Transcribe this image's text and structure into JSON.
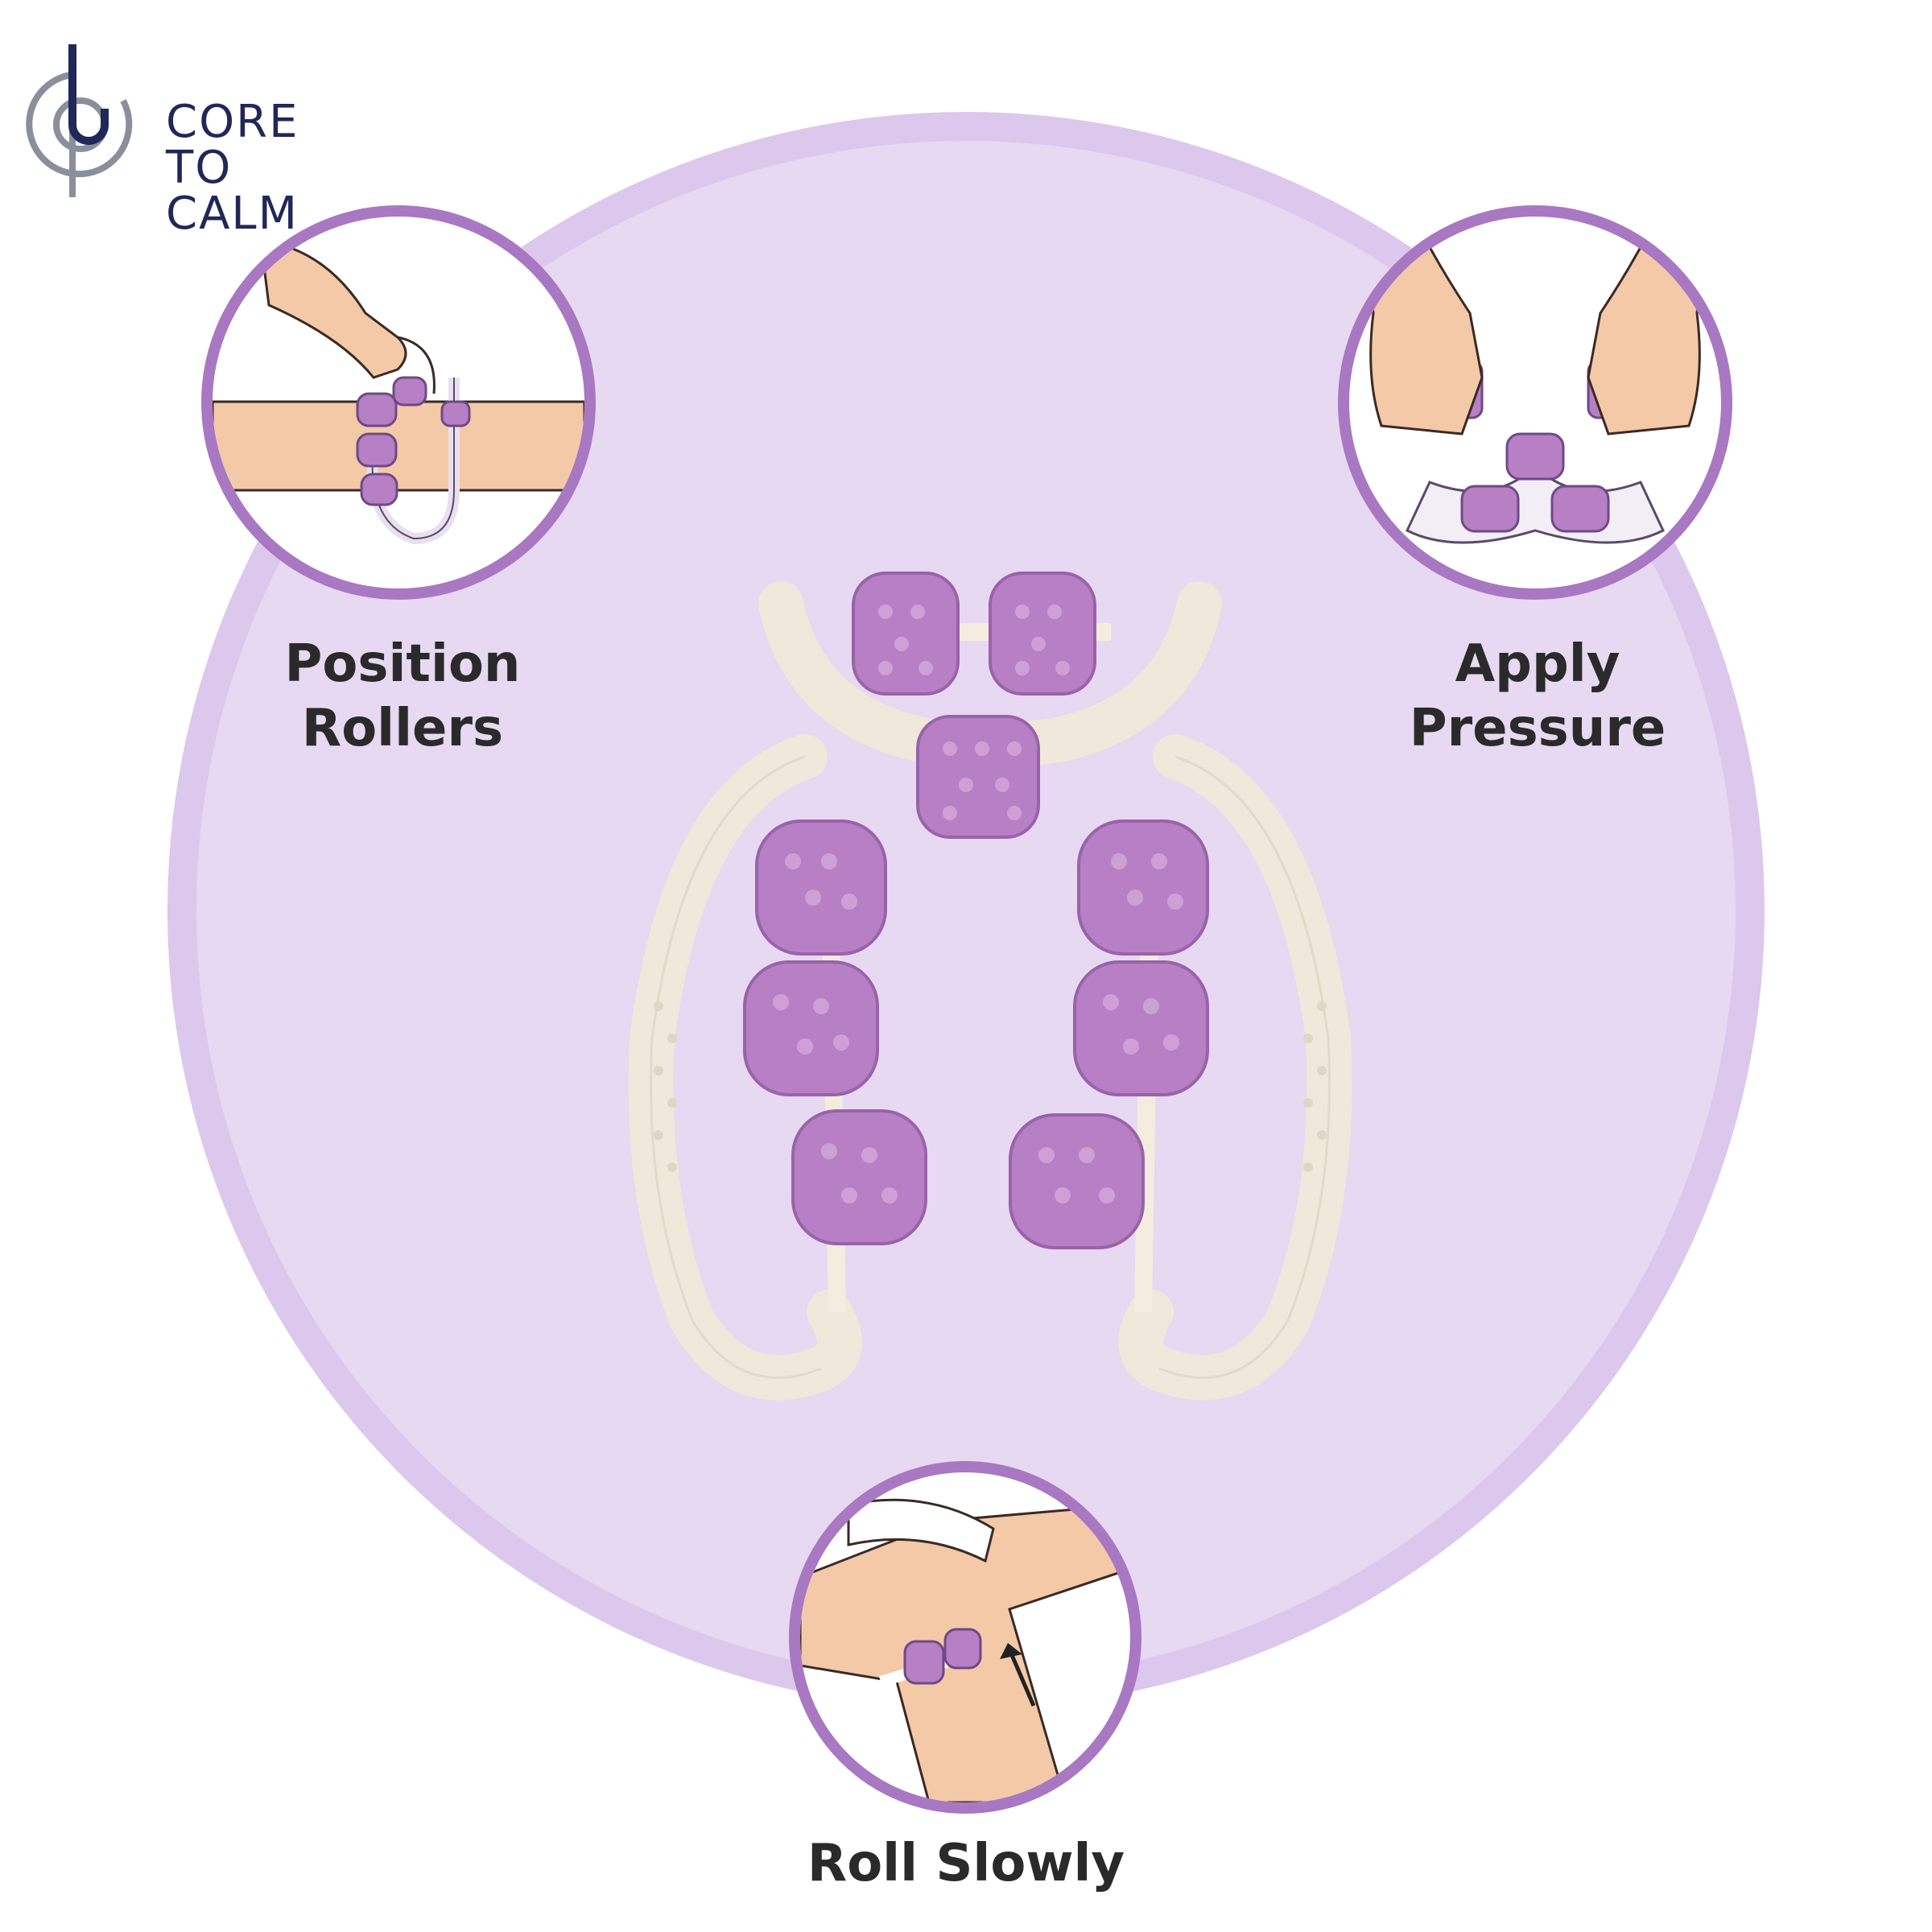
{
  "brand": {
    "line1": "CORE",
    "line2": "TO",
    "line3": "CALM"
  },
  "steps": [
    {
      "line1": "Position",
      "line2": "Rollers",
      "icon": "forearm-roller-illustration"
    },
    {
      "line1": "Apply",
      "line2": "Pressure",
      "icon": "hands-pressing-roller-illustration"
    },
    {
      "line1": "Roll Slowly",
      "icon": "leg-rolling-illustration"
    }
  ],
  "product": {
    "icon": "leg-roller-massager"
  },
  "colors": {
    "accent": "#a878c2",
    "background_circle": "#e7d9f1",
    "roller": "#b77fc4",
    "frame": "#f0e8da",
    "logo_text": "#1f2858"
  }
}
